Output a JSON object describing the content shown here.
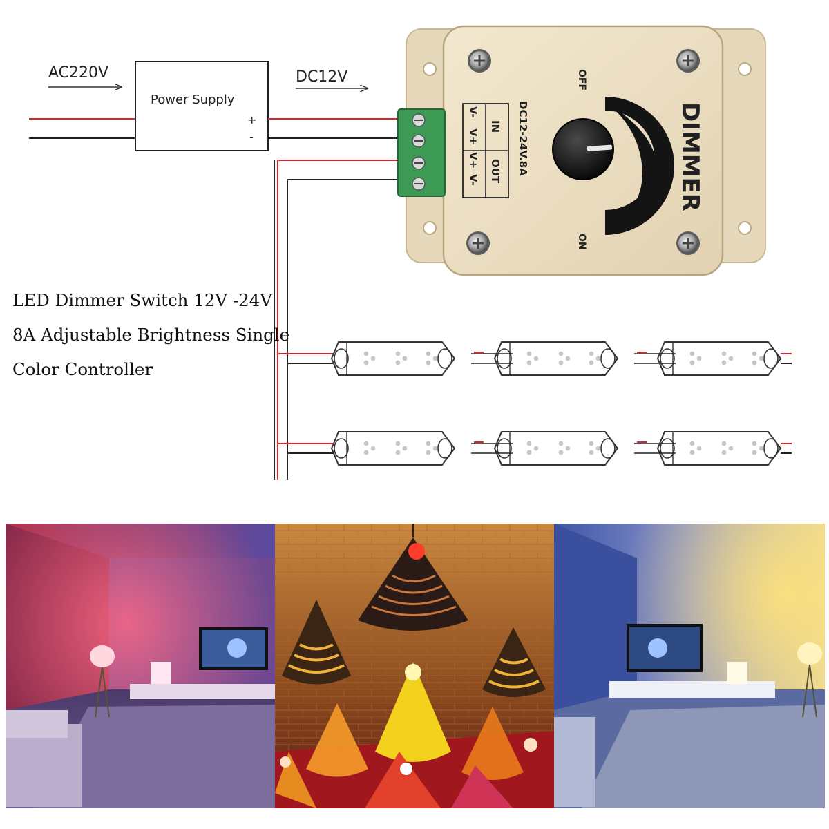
{
  "diagram": {
    "input_voltage": "AC220V",
    "output_voltage": "DC12V",
    "power_supply_label": "Power Supply",
    "plus_sign": "+",
    "minus_sign": "-",
    "dimmer": {
      "brand": "DIMMER",
      "rating": "DC12-24V.8A",
      "off_label": "OFF",
      "on_label": "ON",
      "terminal_in": "IN",
      "terminal_out": "OUT",
      "terminals": [
        "V-",
        "V+",
        "V+",
        "V-"
      ]
    }
  },
  "caption": {
    "line1": "LED Dimmer Switch 12V -24V",
    "line2": "8A Adjustable Brightness Single",
    "line3": "Color Controller"
  },
  "colors": {
    "wire_red": "#d9262b",
    "wire_black": "#222222",
    "terminal_green": "#3d9a55",
    "dimmer_body": "#ede0c4",
    "knob": "#1a1a1a"
  },
  "photos": [
    "living-room-red-lighting",
    "pendant-lamps-colored",
    "living-room-blue-yellow-lighting"
  ]
}
